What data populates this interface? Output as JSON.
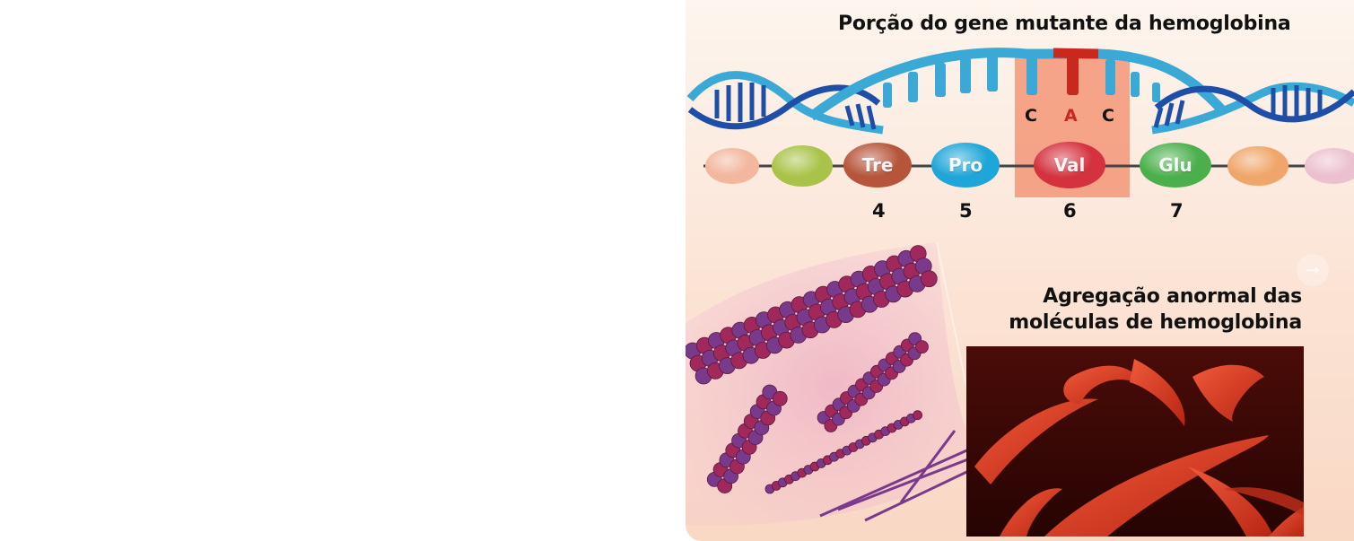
{
  "gene_title": "Porção do gene mutante da hemoglobina",
  "codons": {
    "c1": "C",
    "a": "A",
    "c2": "C"
  },
  "amino_acids": [
    {
      "label": "Tre",
      "number": "4",
      "color": "#b6553a"
    },
    {
      "label": "Pro",
      "number": "5",
      "color": "#1fa6d8"
    },
    {
      "label": "Val",
      "number": "6",
      "color": "#d4323e"
    },
    {
      "label": "Glu",
      "number": "7",
      "color": "#4bb04c"
    }
  ],
  "aggregation_title": {
    "line1": "Agregação anormal das",
    "line2": "moléculas de hemoglobina"
  },
  "colors": {
    "dna_blue": "#3aa9d6",
    "dna_dark": "#1d4fa8",
    "mutation_red": "#c8281e",
    "highlight": "#f28a70",
    "cell_red": "#d83a22"
  },
  "nav": {
    "next_icon": "arrow-right-icon"
  }
}
